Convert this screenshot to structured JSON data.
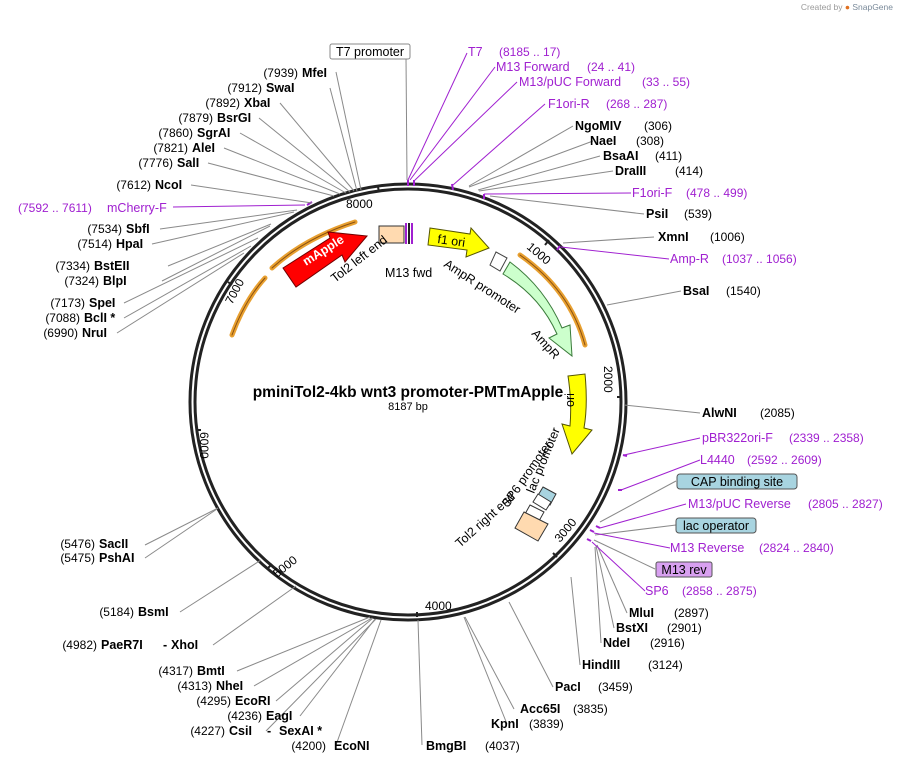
{
  "brand": {
    "created_by": "Created by",
    "logo": "SnapGene"
  },
  "plasmid": {
    "name": "pminiTol2-4kb wnt3 promoter-PMTmApple",
    "size": "8187 bp"
  },
  "ticks": [
    "1000",
    "2000",
    "3000",
    "4000",
    "5000",
    "6000",
    "7000",
    "8000"
  ],
  "enzymes": [
    {
      "name": "MfeI",
      "pos": "(7939)"
    },
    {
      "name": "SwaI",
      "pos": "(7912)"
    },
    {
      "name": "XbaI",
      "pos": "(7892)"
    },
    {
      "name": "BsrGI",
      "pos": "(7879)"
    },
    {
      "name": "SgrAI",
      "pos": "(7860)"
    },
    {
      "name": "AleI",
      "pos": "(7821)"
    },
    {
      "name": "SalI",
      "pos": "(7776)"
    },
    {
      "name": "NcoI",
      "pos": "(7612)"
    },
    {
      "name": "SbfI",
      "pos": "(7534)"
    },
    {
      "name": "HpaI",
      "pos": "(7514)"
    },
    {
      "name": "BstEII",
      "pos": "(7334)"
    },
    {
      "name": "BlpI",
      "pos": "(7324)"
    },
    {
      "name": "SpeI",
      "pos": "(7173)"
    },
    {
      "name": "BclI *",
      "pos": "(7088)"
    },
    {
      "name": "NruI",
      "pos": "(6990)"
    },
    {
      "name": "NgoMIV",
      "pos": "(306)"
    },
    {
      "name": "NaeI",
      "pos": "(308)"
    },
    {
      "name": "BsaAI",
      "pos": "(411)"
    },
    {
      "name": "DraIII",
      "pos": "(414)"
    },
    {
      "name": "PsiI",
      "pos": "(539)"
    },
    {
      "name": "XmnI",
      "pos": "(1006)"
    },
    {
      "name": "BsaI",
      "pos": "(1540)"
    },
    {
      "name": "AlwNI",
      "pos": "(2085)"
    },
    {
      "name": "MluI",
      "pos": "(2897)"
    },
    {
      "name": "BstXI",
      "pos": "(2901)"
    },
    {
      "name": "NdeI",
      "pos": "(2916)"
    },
    {
      "name": "HindIII",
      "pos": "(3124)"
    },
    {
      "name": "PacI",
      "pos": "(3459)"
    },
    {
      "name": "Acc65I",
      "pos": "(3835)"
    },
    {
      "name": "KpnI",
      "pos": "(3839)"
    },
    {
      "name": "BmgBI",
      "pos": "(4037)"
    },
    {
      "name": "EcoNI",
      "pos": "(4200)"
    },
    {
      "name": "CsiI",
      "pos": "(4227)",
      "extra": "SexAI *"
    },
    {
      "name": "EagI",
      "pos": "(4236)"
    },
    {
      "name": "EcoRI",
      "pos": "(4295)"
    },
    {
      "name": "NheI",
      "pos": "(4313)"
    },
    {
      "name": "BmtI",
      "pos": "(4317)"
    },
    {
      "name": "PaeR7I",
      "pos": "(4982)",
      "extra": "XhoI"
    },
    {
      "name": "BsmI",
      "pos": "(5184)"
    },
    {
      "name": "PshAI",
      "pos": "(5475)"
    },
    {
      "name": "SacII",
      "pos": "(5476)"
    }
  ],
  "primers": [
    {
      "name": "T7",
      "range": "(8185 .. 17)"
    },
    {
      "name": "M13 Forward",
      "range": "(24 .. 41)"
    },
    {
      "name": "M13/pUC Forward",
      "range": "(33 .. 55)"
    },
    {
      "name": "F1ori-R",
      "range": "(268 .. 287)"
    },
    {
      "name": "F1ori-F",
      "range": "(478 .. 499)"
    },
    {
      "name": "Amp-R",
      "range": "(1037 .. 1056)"
    },
    {
      "name": "pBR322ori-F",
      "range": "(2339 .. 2358)"
    },
    {
      "name": "L4440",
      "range": "(2592 .. 2609)"
    },
    {
      "name": "M13/pUC Reverse",
      "range": "(2805 .. 2827)"
    },
    {
      "name": "M13 Reverse",
      "range": "(2824 .. 2840)"
    },
    {
      "name": "SP6",
      "range": "(2858 .. 2875)"
    },
    {
      "name": "mCherry-F",
      "range": "(7592 .. 7611)"
    }
  ],
  "boxed_features": {
    "t7_promoter": "T7 promoter",
    "cap_binding_site": "CAP binding site",
    "lac_operator": "lac operator",
    "m13_rev": "M13 rev"
  },
  "map_features": {
    "mapple": "mApple",
    "f1_ori": "f1 ori",
    "ampr": "AmpR",
    "ampr_promoter": "AmpR promoter",
    "ori": "ori",
    "lac_promoter": "lac promoter",
    "sp6_promoter": "SP6 promoter",
    "tol2_left_end": "Tol2 left end",
    "m13_fwd": "M13 fwd",
    "tol2_right_end": "Tol2 right end"
  },
  "colors": {
    "mapple": "#ff0000",
    "f1_ori": "#ffff00",
    "ampr": "#ccffcc",
    "ori": "#ffff00",
    "tol2": "#ffdab0",
    "cap_box": "#a8d4e0",
    "m13rev_box": "#d8a0f0",
    "primer": "#a020d0",
    "orf": "#e8a030"
  }
}
